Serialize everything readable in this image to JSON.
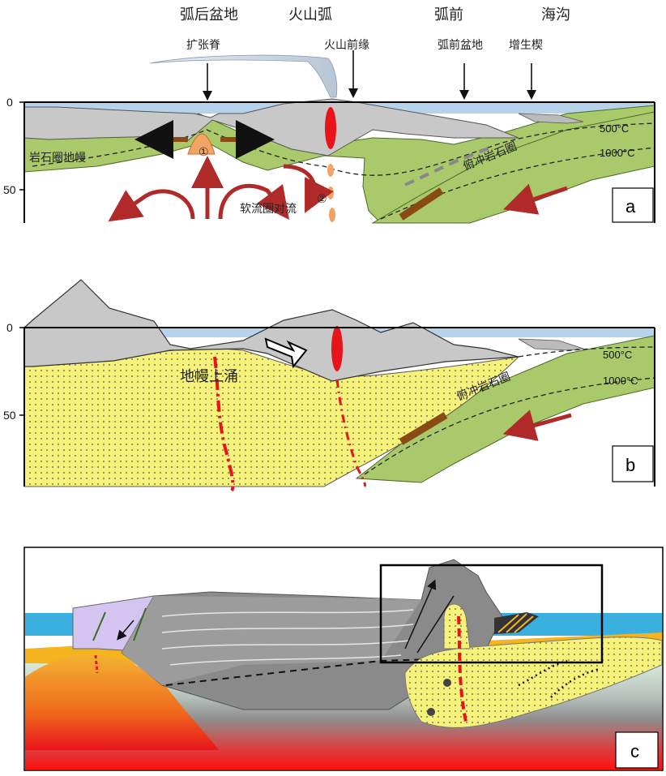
{
  "panel_a": {
    "top_labels": [
      "弧后盆地",
      "火山弧",
      "弧前",
      "海沟"
    ],
    "sub_labels": [
      "扩张脊",
      "火山前缘",
      "弧前盆地",
      "增生楔"
    ],
    "lithosphere_mantle": "岩石圈地幔",
    "asthenosphere_flow": "软流圈对流",
    "subducting_lithosphere": "俯冲岩石圈",
    "temp_500": "500°C",
    "temp_1000": "1000°C",
    "marker_1": "①",
    "marker_2": "②",
    "axis_0": "0",
    "axis_50": "50",
    "tag": "a"
  },
  "panel_b": {
    "mantle_upwelling": "地幔上涌",
    "subducting_lithosphere": "俯冲岩石圈",
    "temp_500": "500°C",
    "temp_1000": "1000°C",
    "axis_0": "0",
    "axis_50": "50",
    "tag": "b"
  },
  "panel_c": {
    "tag": "c"
  },
  "colors": {
    "lithosphere": "#a9c96a",
    "crust": "#c8c8c8",
    "sea": "#b7d3ec",
    "upwelling": "#f7f27a",
    "magma": "#e8141c",
    "arrow": "#b02a2a",
    "slab_arrow": "#8a4a14"
  }
}
